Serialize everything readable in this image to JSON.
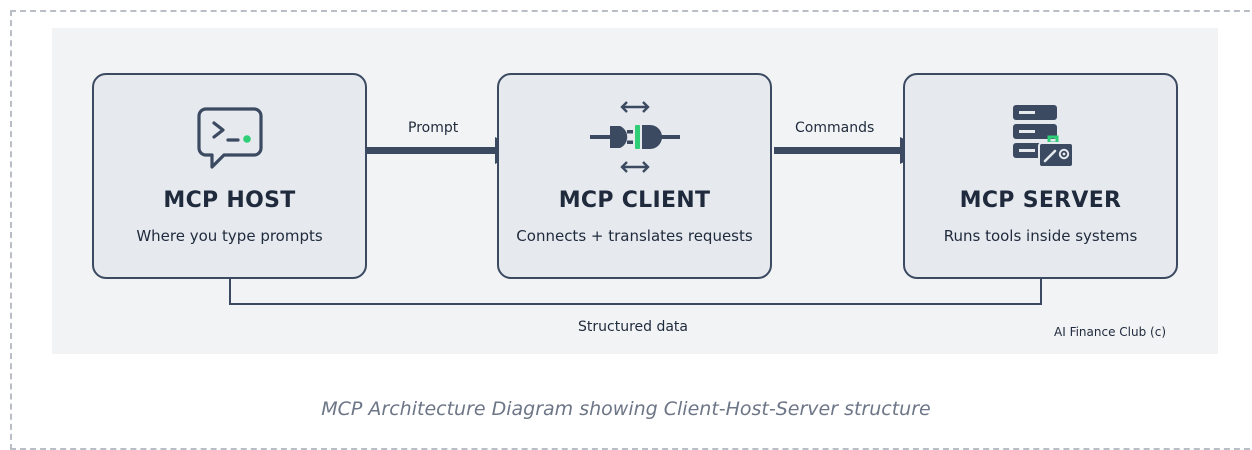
{
  "diagram": {
    "nodes": [
      {
        "id": "host",
        "title": "MCP HOST",
        "subtitle": "Where you type prompts",
        "icon": "terminal-chat-icon"
      },
      {
        "id": "client",
        "title": "MCP CLIENT",
        "subtitle": "Connects + translates requests",
        "icon": "plug-connector-icon"
      },
      {
        "id": "server",
        "title": "MCP SERVER",
        "subtitle": "Runs tools inside systems",
        "icon": "server-tools-icon"
      }
    ],
    "edges": [
      {
        "from": "host",
        "to": "client",
        "label": "Prompt"
      },
      {
        "from": "client",
        "to": "server",
        "label": "Commands"
      },
      {
        "from": "server",
        "to": "host",
        "label": "Structured data"
      }
    ],
    "credit": "AI Finance Club (c)",
    "colors": {
      "stroke": "#3b4a61",
      "accent": "#2fcf78",
      "box_fill": "#e6e9ee",
      "panel": "#f2f3f5"
    }
  },
  "caption": "MCP Architecture Diagram showing Client-Host-Server structure"
}
